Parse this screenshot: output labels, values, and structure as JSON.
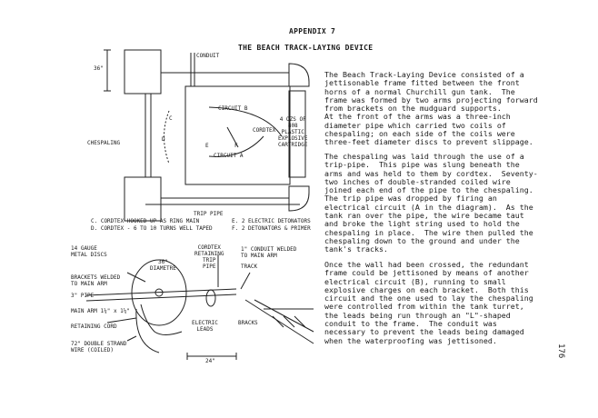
{
  "header": {
    "appendix": "APPENDIX 7",
    "title": "THE BEACH TRACK-LAYING DEVICE"
  },
  "body": {
    "paragraph1": "The Beach Track-Laying Device consisted of a\njettisonable frame fitted between the front\nhorns of a normal Churchill gun tank.  The\nframe was formed by two arms projecting forward\nfrom brackets on the mudguard supports.\nAt the front of the arms was a three-inch\ndiameter pipe which carried two coils of\nchespaling; on each side of the coils were\nthree-feet diameter discs to prevent slippage.",
    "paragraph2": "The chespaling was laid through the use of a\ntrip-pipe.  This pipe was slung beneath the\narms and was held to them by cordtex.  Seventy-\ntwo inches of double-stranded coiled wire\njoined each end of the pipe to the chespaling.\nThe trip pipe was dropped by firing an\nelectrical circuit (A in the diagram).  As the\ntank ran over the pipe, the wire became taut\nand broke the light string used to hold the\nchespaling in place.  The wire then pulled the\nchespaling down to the ground and under the\ntank's tracks.",
    "paragraph3": "Once the wall had been crossed, the redundant\nframe could be jettisoned by means of another\nelectrical circuit (B), running to small\nexplosive charges on each bracket.  Both this\ncircuit and the one used to lay the chespaling\nwere controlled from within the tank turret,\nthe leads being run through an \"L\"-shaped\nconduit to the frame.  The conduit was\nnecessary to prevent the leads being damaged\nwhen the waterproofing was jettisoned."
  },
  "diagram_top": {
    "conduit": "CONDUIT",
    "dim_36": "36\"",
    "circuit_b": "CIRCUIT B",
    "cordtex": "CORDTEX",
    "charge": "4 OZS OF\n808\nPLASTIC\nEXPLOSIVE\nCARTRIDGE",
    "chespaling": "CHESPALING",
    "circuit_a": "CIRCUIT A",
    "trip_pipe": "TRIP PIPE",
    "letter_c": "C",
    "letter_d": "D",
    "letter_e": "E",
    "letter_f": "F",
    "key_c": "C. CORDTEX HOOKED UP AS RING MAIN",
    "key_d": "D. CORDTEX - 6 TO 10 TURNS WELL TAPED",
    "key_e": "E. 2 ELECTRIC DETONATORS",
    "key_f": "F. 2 DETONATORS & PRIMER"
  },
  "diagram_bottom": {
    "metal_discs": "14 GAUGE\nMETAL DISCS",
    "diameter": "36\"\nDIAMETRE",
    "cordtex_retaining": "CORDTEX\nRETAINING\nTRIP\nPIPE",
    "conduit_welded": "1\" CONDUIT WELDED\nTO MAIN ARM",
    "track": "TRACK",
    "brackets": "BRACKETS WELDED\nTO MAIN ARM",
    "pipe": "3\" PIPE",
    "main_arm": "MAIN ARM 1¼\" x 1¼\"",
    "retaining_cord": "RETAINING CORD",
    "electric_leads": "ELECTRIC\nLEADS",
    "brackets_label": "BRACKS",
    "wire": "72\" DOUBLE STRAND\nWIRE (COILED)",
    "dim_24": "24\""
  },
  "footer": {
    "page_number": "176"
  }
}
